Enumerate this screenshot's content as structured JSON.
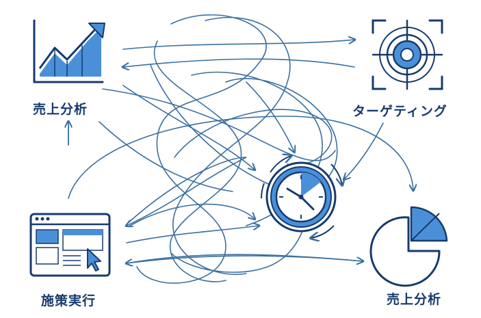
{
  "colors": {
    "stroke": "#163a6e",
    "accent": "#4a90d9",
    "arrow": "#3a6f9f",
    "text": "#163a6e"
  },
  "labels": {
    "sales_analysis_top": "売上分析",
    "targeting": "ターゲティング",
    "execution": "施策実行",
    "sales_analysis_bottom": "売上分析"
  },
  "icons": {
    "top_left": "line-chart-icon",
    "top_right": "target-icon",
    "bottom_left": "browser-window-icon",
    "bottom_right": "pie-chart-icon",
    "center": "clock-icon"
  }
}
